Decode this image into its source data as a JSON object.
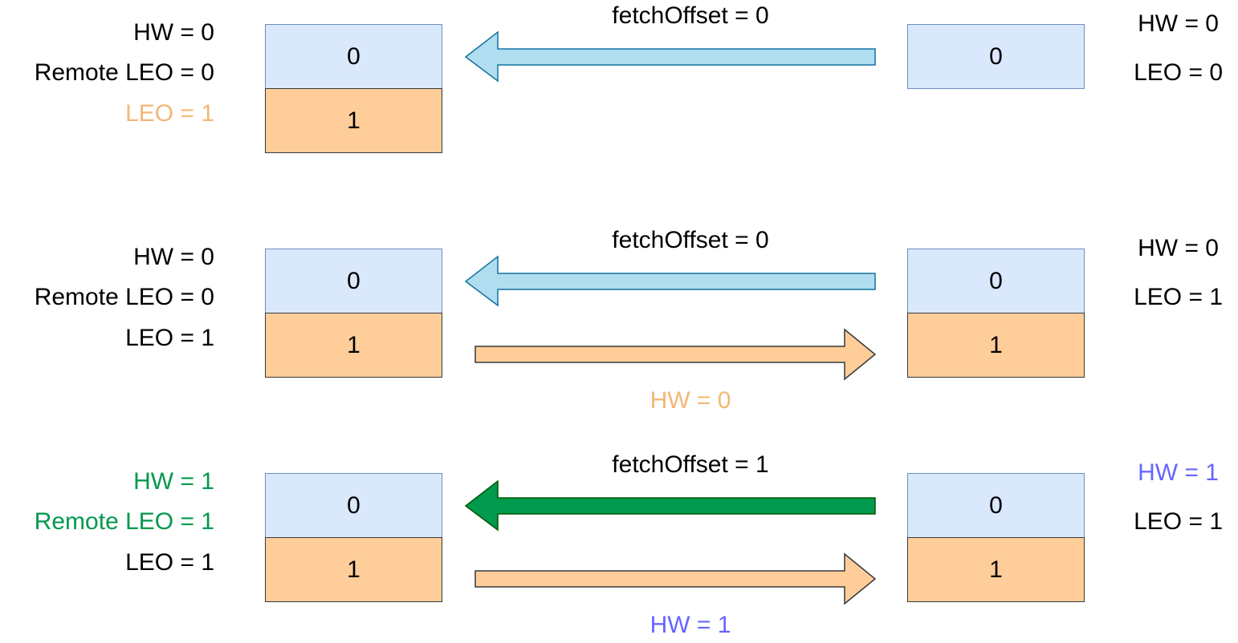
{
  "colors": {
    "black": "#000000",
    "orange_text": "#f4b775",
    "green_text": "#00994d",
    "purple_text": "#6666ff",
    "blue_cell": "#dae8fc",
    "orange_cell": "#ffcd99",
    "blue_arrow": "#b1ddf0",
    "orange_arrow": "#ffcd99",
    "green_arrow": "#00994d"
  },
  "rows": [
    {
      "leader": {
        "hw": "HW = 0",
        "remote_leo": "Remote LEO = 0",
        "leo": "LEO = 1"
      },
      "leader_cells": [
        "0",
        "1"
      ],
      "follower_cells": [
        "0"
      ],
      "follower": {
        "hw": "HW = 0",
        "leo": "LEO = 0"
      },
      "fetch_label": "fetchOffset = 0",
      "response_label": ""
    },
    {
      "leader": {
        "hw": "HW = 0",
        "remote_leo": "Remote LEO = 0",
        "leo": "LEO = 1"
      },
      "leader_cells": [
        "0",
        "1"
      ],
      "follower_cells": [
        "0",
        "1"
      ],
      "follower": {
        "hw": "HW = 0",
        "leo": "LEO = 1"
      },
      "fetch_label": "fetchOffset = 0",
      "response_label": "HW = 0"
    },
    {
      "leader": {
        "hw": "HW = 1",
        "remote_leo": "Remote LEO = 1",
        "leo": "LEO = 1"
      },
      "leader_cells": [
        "0",
        "1"
      ],
      "follower_cells": [
        "0",
        "1"
      ],
      "follower": {
        "hw": "HW = 1",
        "leo": "LEO = 1"
      },
      "fetch_label": "fetchOffset = 1",
      "response_label": "HW = 1"
    }
  ]
}
